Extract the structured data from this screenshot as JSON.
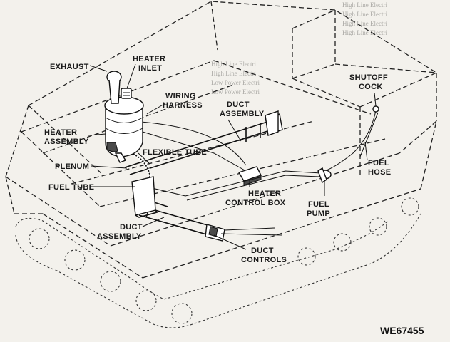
{
  "figure_id": "WE67455",
  "labels": {
    "exhaust": "EXHAUST",
    "heater_inlet_1": "HEATER",
    "heater_inlet_2": "INLET",
    "wiring_harness_1": "WIRING",
    "wiring_harness_2": "HARNESS",
    "duct_assembly_top_1": "DUCT",
    "duct_assembly_top_2": "ASSEMBLY",
    "shutoff_cock_1": "SHUTOFF",
    "shutoff_cock_2": "COCK",
    "heater_assembly_1": "HEATER",
    "heater_assembly_2": "ASSEMBLY",
    "flexible_tube": "FLEXIBLE TUBE",
    "plenum": "PLENUM",
    "fuel_tube": "FUEL TUBE",
    "fuel_hose_1": "FUEL",
    "fuel_hose_2": "HOSE",
    "heater_control_box_1": "HEATER",
    "heater_control_box_2": "CONTROL BOX",
    "fuel_pump_1": "FUEL",
    "fuel_pump_2": "PUMP",
    "duct_assembly_bottom_1": "DUCT",
    "duct_assembly_bottom_2": "ASSEMBLY",
    "duct_controls_1": "DUCT",
    "duct_controls_2": "CONTROLS"
  },
  "bleed_through": {
    "r1": "High Line Electri",
    "r2": "High Line Electri",
    "r3": "High Line Electri",
    "r4": "High Line Electri",
    "l1": "High Line Electri",
    "l2": "High Line Electri",
    "l3": "Low Power Electri",
    "l4": "Low Power Electri"
  }
}
